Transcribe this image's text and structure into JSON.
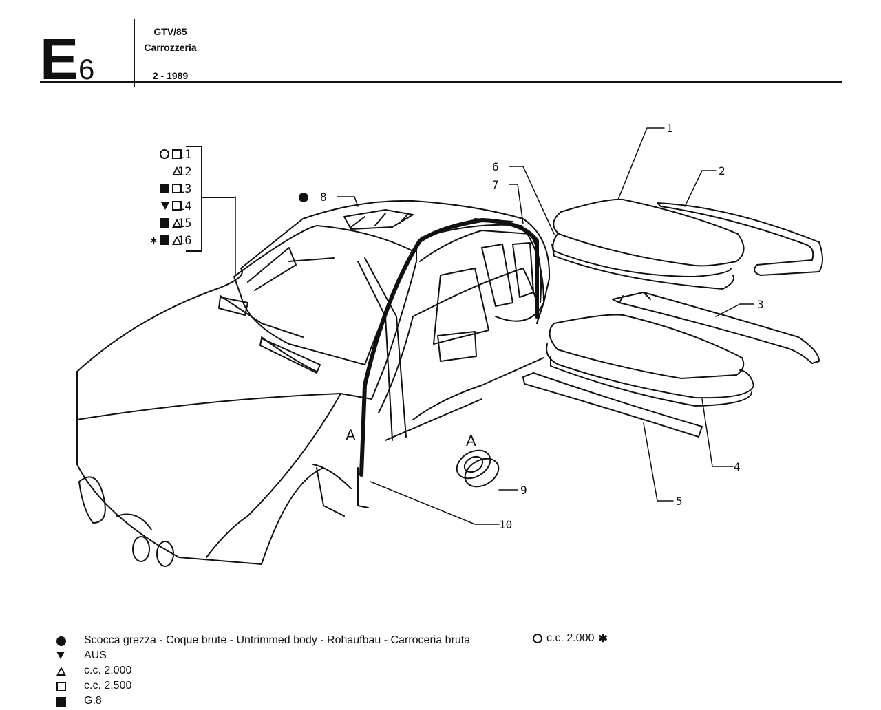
{
  "header": {
    "code_letter": "E",
    "code_number": "6",
    "model": "GTV/85",
    "group": "Carrozzeria",
    "date": "2 - 1989"
  },
  "callouts": [
    "1",
    "2",
    "3",
    "4",
    "5",
    "6",
    "7",
    "8",
    "9",
    "10"
  ],
  "detail_letter": "A",
  "variants": [
    {
      "number": "11",
      "symbols": [
        "circle",
        "square"
      ]
    },
    {
      "number": "12",
      "symbols": [
        "triangle"
      ]
    },
    {
      "number": "13",
      "symbols": [
        "filled-square",
        "square"
      ]
    },
    {
      "number": "14",
      "symbols": [
        "tri-down",
        "square"
      ]
    },
    {
      "number": "15",
      "symbols": [
        "filled-square",
        "triangle"
      ]
    },
    {
      "number": "16",
      "symbols": [
        "star",
        "filled-square",
        "triangle"
      ]
    }
  ],
  "legend": [
    {
      "symbol": "filled-circle",
      "text": "Scocca grezza - Coque brute - Untrimmed body - Rohaufbau - Carroceria bruta"
    },
    {
      "symbol": "tri-down",
      "text": "AUS"
    },
    {
      "symbol": "triangle",
      "text": "c.c. 2.000"
    },
    {
      "symbol": "square",
      "text": "c.c. 2.500"
    },
    {
      "symbol": "filled-square",
      "text": "G.8"
    }
  ],
  "legend_right": {
    "text": "c.c. 2.000",
    "suffix": "✱"
  },
  "glyphs": {
    "star": "✱"
  }
}
